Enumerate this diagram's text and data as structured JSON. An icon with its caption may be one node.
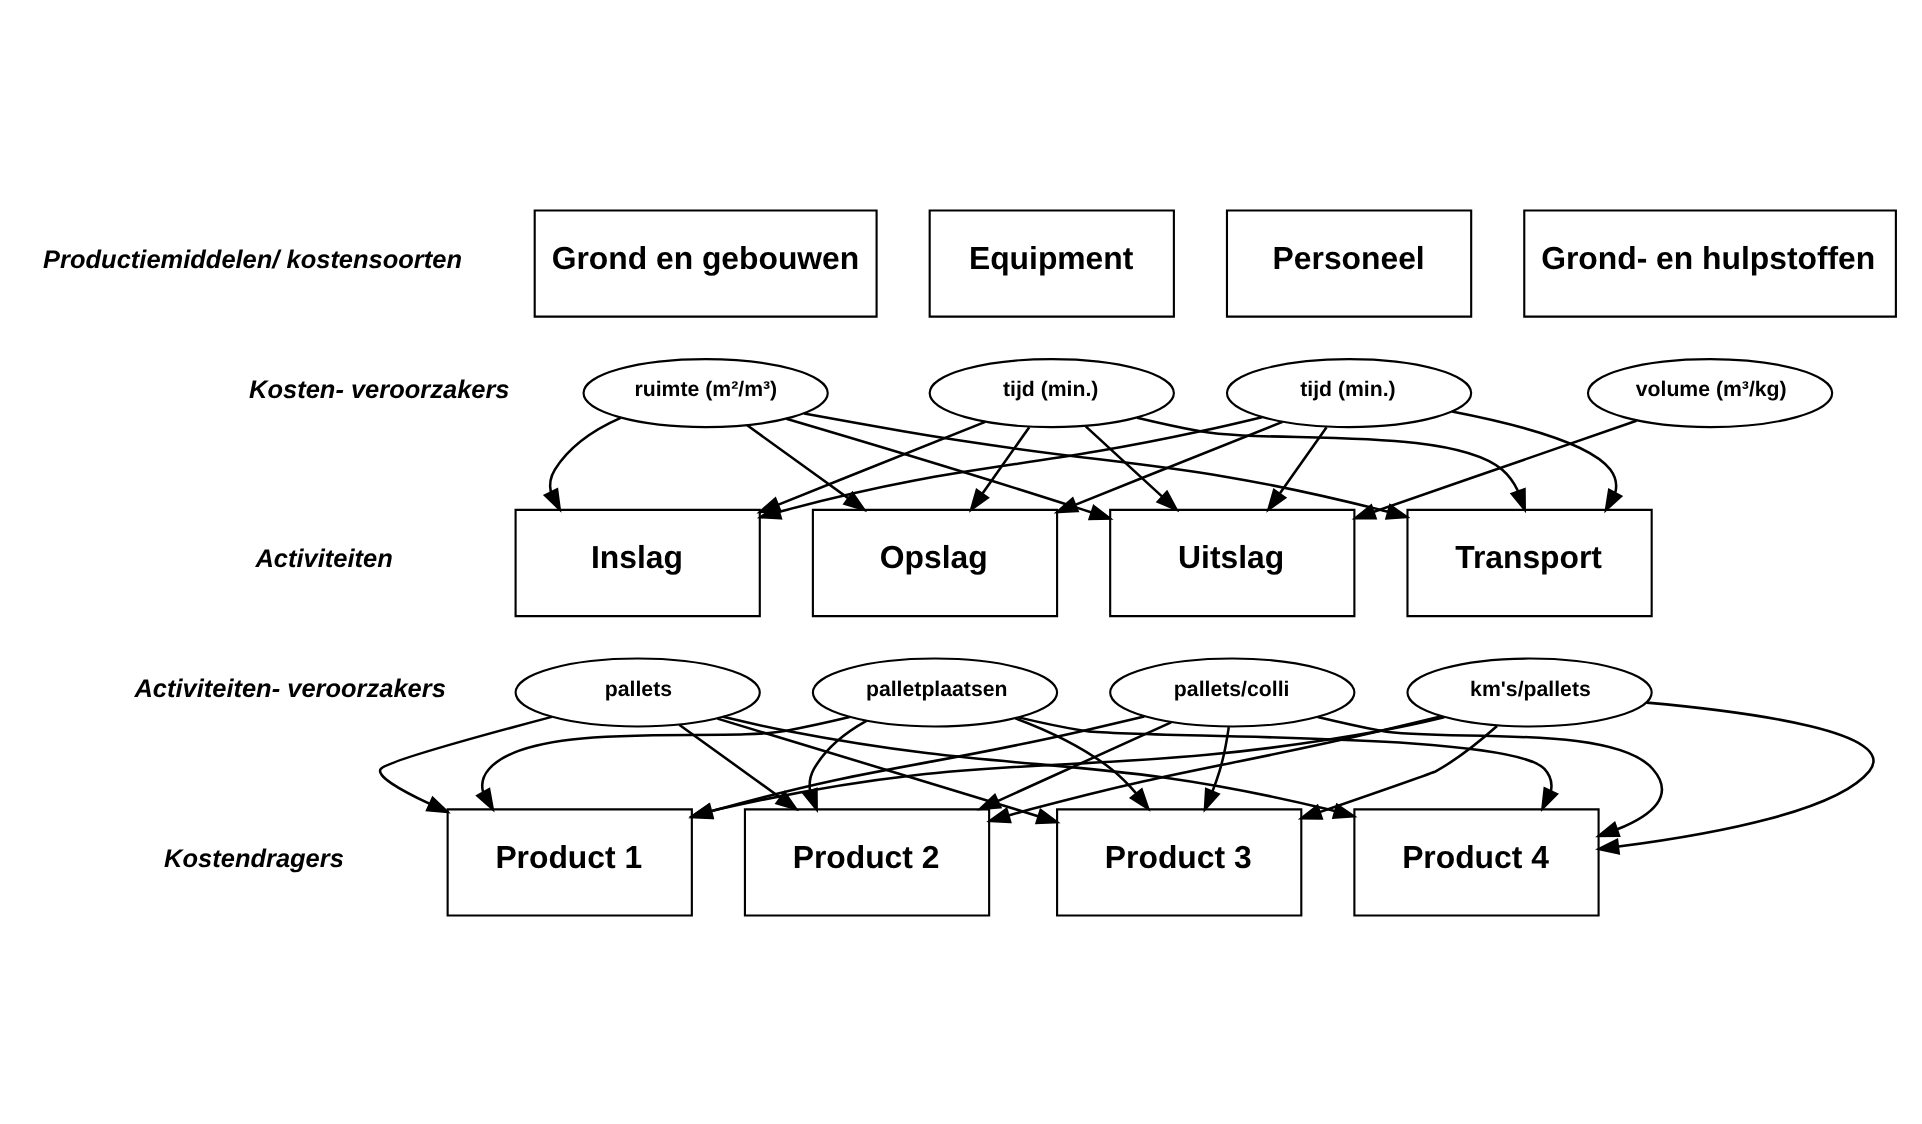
{
  "diagram": {
    "nodes": [
      {
        "text": [
          "Grond en gebouwen"
        ]
      },
      {
        "text": [
          "Equipment"
        ]
      },
      {
        "text": [
          "Personeel"
        ]
      },
      {
        "text": [
          "Grond- en hulpstoffen"
        ]
      },
      {
        "text": [
          "ruimte (m²/m³)"
        ]
      },
      {
        "text": [
          "tijd (min.)"
        ]
      },
      {
        "text": [
          "tijd (min.)"
        ]
      },
      {
        "text": [
          "volume (m³/kg)"
        ]
      },
      {
        "text": [
          "Inslag"
        ]
      },
      {
        "text": [
          "Opslag"
        ]
      },
      {
        "text": [
          "Uitslag"
        ]
      },
      {
        "text": [
          "Transport"
        ]
      },
      {
        "text": [
          "pallets"
        ]
      },
      {
        "text": [
          "palletplaatsen"
        ]
      },
      {
        "text": [
          "pallets/colli"
        ]
      },
      {
        "text": [
          "km's/pallets"
        ]
      },
      {
        "text": [
          "Product 1"
        ]
      },
      {
        "text": [
          "Product 2"
        ]
      },
      {
        "text": [
          "Product 3"
        ]
      },
      {
        "text": [
          "Product 4"
        ]
      }
    ],
    "edges": [
      {
        "from": 4,
        "to": 8,
        "arrow": "to"
      },
      {
        "from": 4,
        "to": 9,
        "arrow": "to"
      },
      {
        "from": 4,
        "to": 10,
        "arrow": "to"
      },
      {
        "from": 4,
        "to": 11,
        "arrow": "to"
      },
      {
        "from": 5,
        "to": 8,
        "arrow": "to"
      },
      {
        "from": 5,
        "to": 9,
        "arrow": "to"
      },
      {
        "from": 5,
        "to": 10,
        "arrow": "to"
      },
      {
        "from": 5,
        "to": 11,
        "arrow": "to"
      },
      {
        "from": 6,
        "to": 8,
        "arrow": "to"
      },
      {
        "from": 6,
        "to": 9,
        "arrow": "to"
      },
      {
        "from": 6,
        "to": 10,
        "arrow": "to"
      },
      {
        "from": 6,
        "to": 11,
        "arrow": "to"
      },
      {
        "from": 7,
        "to": 10,
        "arrow": "to"
      },
      {
        "from": 12,
        "to": 16,
        "arrow": "to"
      },
      {
        "from": 12,
        "to": 17,
        "arrow": "to"
      },
      {
        "from": 12,
        "to": 18,
        "arrow": "to"
      },
      {
        "from": 12,
        "to": 19,
        "arrow": "to"
      },
      {
        "from": 13,
        "to": 16,
        "arrow": "to"
      },
      {
        "from": 13,
        "to": 17,
        "arrow": "to"
      },
      {
        "from": 13,
        "to": 18,
        "arrow": "to"
      },
      {
        "from": 13,
        "to": 19,
        "arrow": "to"
      },
      {
        "from": 14,
        "to": 16,
        "arrow": "to"
      },
      {
        "from": 14,
        "to": 17,
        "arrow": "to"
      },
      {
        "from": 14,
        "to": 18,
        "arrow": "to"
      },
      {
        "from": 14,
        "to": 19,
        "arrow": "to"
      },
      {
        "from": 15,
        "to": 16,
        "arrow": "to"
      },
      {
        "from": 15,
        "to": 17,
        "arrow": "to"
      },
      {
        "from": 15,
        "to": 18,
        "arrow": "to"
      },
      {
        "from": 15,
        "to": 19,
        "arrow": "to"
      }
    ],
    "labels": [
      "Productiemiddelen/ kostensoorten",
      "Kosten- veroorzakers",
      "Activiteiten",
      "Activiteiten- veroorzakers",
      "Kostendragers"
    ]
  }
}
